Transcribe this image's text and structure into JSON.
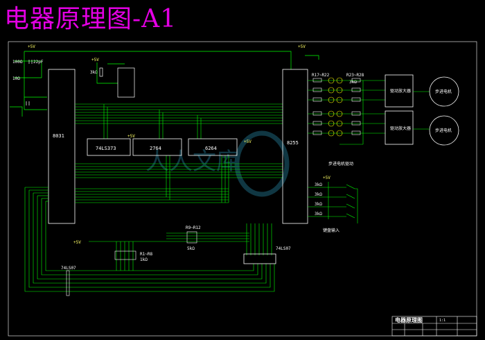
{
  "title": "电器原理图-A1",
  "supply": {
    "vcc": "+5V"
  },
  "chips": {
    "mcu": "8031",
    "latch": "74LS373",
    "eprom": "2764",
    "ram": "6264",
    "ppi": "8255",
    "bus_a": "74LS07",
    "bus_b": "74LS07"
  },
  "resistors": {
    "r_pull": "3kΩ",
    "r_led": "R17~R22",
    "r_led2": "R23~R28",
    "r_led_val": "3kΩ",
    "r_bank": "R9~R12",
    "r_bank_val": "5kΩ",
    "r_low": "R1~R8",
    "r_low_val": "1kΩ",
    "k1": "3kΩ",
    "k2": "3kΩ",
    "k3": "3kΩ",
    "k4": "3kΩ"
  },
  "small_labels": {
    "c1": "100Ω",
    "c2": "10Ω",
    "c3": "22pF"
  },
  "motors": {
    "driver_1": "驱动放大器",
    "driver_2": "驱动放大器",
    "motor_1": "步进电机",
    "motor_2": "步进电机"
  },
  "notes": {
    "led_group": "步进电机驱动",
    "key_group": "键盘输入"
  },
  "title_block": {
    "name": "电器原理图",
    "scale": "1:1"
  }
}
